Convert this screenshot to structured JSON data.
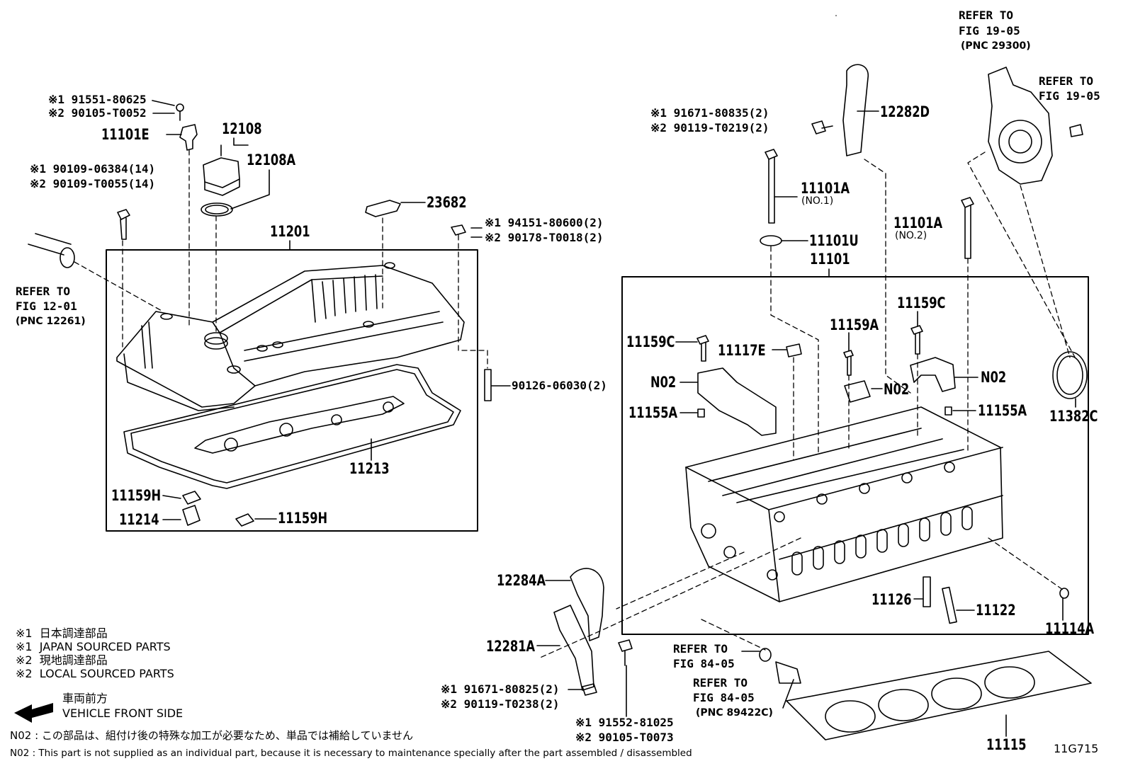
{
  "diagram": {
    "part_numbers": {
      "p11101E": "11101E",
      "p12108": "12108",
      "p12108A": "12108A",
      "p23682": "23682",
      "p11201": "11201",
      "p90126": "90126-06030(2)",
      "p11213": "11213",
      "p11159H_a": "11159H",
      "p11214": "11214",
      "p11159H_b": "11159H",
      "p12282D": "12282D",
      "p11101A_1": "11101A",
      "p11101A_1_sub": "(NO.1)",
      "p11101U": "11101U",
      "p11101": "11101",
      "p11101A_2": "11101A",
      "p11101A_2_sub": "(NO.2)",
      "p11159C_a": "11159C",
      "p11117E": "11117E",
      "p11159A": "11159A",
      "p11159C_b": "11159C",
      "p_N02_a": "N02",
      "p_N02_b": "N02",
      "p_N02_c": "N02",
      "p11155A_a": "11155A",
      "p11155A_b": "11155A",
      "p11382C": "11382C",
      "p12284A": "12284A",
      "p12281A": "12281A",
      "p11126": "11126",
      "p11122": "11122",
      "p11114A": "11114A",
      "p11115": "11115"
    },
    "fastener_pairs": {
      "top_left_a": "※1 91551-80625",
      "top_left_b": "※2 90105-T0052",
      "left_a": "※1 90109-06384(14)",
      "left_b": "※2 90109-T0055(14)",
      "mid_a": "※1 94151-80600(2)",
      "mid_b": "※2 90178-T0018(2)",
      "right_a": "※1 91671-80835(2)",
      "right_b": "※2 90119-T0219(2)",
      "bottom_mid_a": "※1 91671-80825(2)",
      "bottom_mid_b": "※2 90119-T0238(2)",
      "bottom_a": "※1 91552-81025",
      "bottom_b": "※2 90105-T0073"
    },
    "refers": {
      "fig12_1": "REFER TO",
      "fig12_2": "FIG 12-01",
      "fig12_3": "(PNC 12261)",
      "fig1905a_1": "REFER TO",
      "fig1905a_2": "FIG 19-05",
      "fig1905a_3": "(PNC 29300)",
      "fig1905b_1": "REFER TO",
      "fig1905b_2": "FIG 19-05",
      "fig8405a_1": "REFER TO",
      "fig8405a_2": "FIG 84-05",
      "fig8405b_1": "REFER TO",
      "fig8405b_2": "FIG 84-05",
      "fig8405b_3": "(PNC 89422C)"
    },
    "legend": {
      "l1": "※1  日本調達部品",
      "l2": "※1  JAPAN SOURCED PARTS",
      "l3": "※2  現地調達部品",
      "l4": "※2  LOCAL SOURCED PARTS",
      "front_jp": "車両前方",
      "front_en": "VEHICLE FRONT SIDE"
    },
    "notes": {
      "jp": "N02 : この部品は、組付け後の特殊な加工が必要なため、単品では補給していません",
      "en": "N02 : This part is not supplied as an individual part, because it is necessary to maintenance specially after the part assembled / disassembled"
    },
    "figure_code": "11G715"
  }
}
